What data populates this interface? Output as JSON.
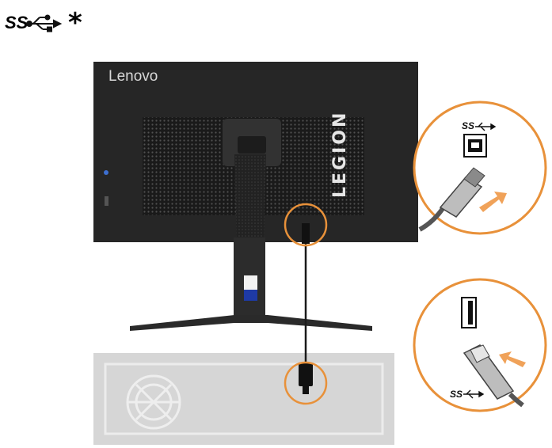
{
  "header": {
    "ss_text": "SS",
    "asterisk": "*",
    "usb_icon": "usb-trident-icon"
  },
  "monitor": {
    "brand": "Lenovo",
    "vertical_brand": "LEGION"
  },
  "callout_top": {
    "port_label": "SS",
    "port": "usb-3-type-b-port",
    "plug": "usb-type-b-plug"
  },
  "callout_bottom": {
    "port_label": "SS",
    "port": "usb-3-type-a-port",
    "plug": "usb-type-a-plug"
  },
  "colors": {
    "callout": "#e8913a",
    "monitor": "#2a2a2a",
    "computer": "#d4d4d4"
  }
}
